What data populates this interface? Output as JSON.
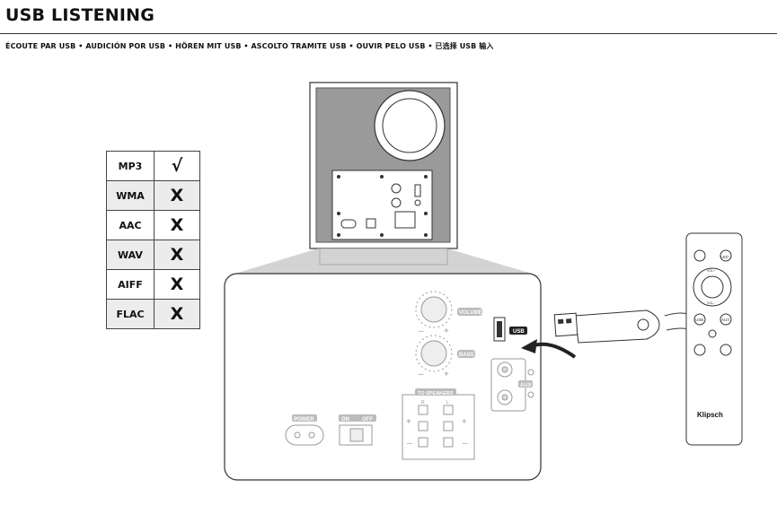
{
  "header": {
    "title": "USB LISTENING",
    "subtitle": "ÉCOUTE PAR USB  •  AUDICIÓN POR USB  •  HÖREN MIT USB  •  ASCOLTO TRAMITE USB  •  OUVIR PELO USB  •  已选择 USB 输入"
  },
  "formats": [
    {
      "name": "MP3",
      "mark": "√"
    },
    {
      "name": "WMA",
      "mark": "X"
    },
    {
      "name": "AAC",
      "mark": "X"
    },
    {
      "name": "WAV",
      "mark": "X"
    },
    {
      "name": "AIFF",
      "mark": "X"
    },
    {
      "name": "FLAC",
      "mark": "X"
    }
  ],
  "panel": {
    "volume": "VOLUME",
    "bass": "BASS",
    "usb": "USB",
    "aux": "AUX",
    "to_speakers": "TO SPEAKERS",
    "power": "POWER",
    "on": "ON",
    "off": "OFF",
    "minus": "–",
    "plus": "+",
    "r": "R",
    "l": "L"
  },
  "remote": {
    "brand": "Klipsch",
    "led": "LED",
    "usb": "USB",
    "aux": "AUX",
    "vol_up": "VOL+",
    "vol_down": "VOL–"
  }
}
